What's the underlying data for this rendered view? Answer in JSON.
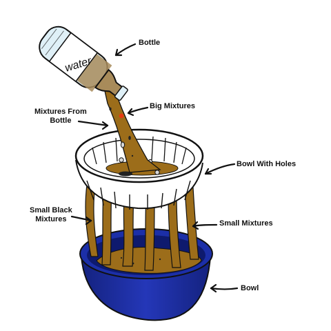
{
  "labels": {
    "bottle": "Bottle",
    "big_mixtures": "Big Mixtures",
    "mixtures_from_bottle_line1": "Mixtures From",
    "mixtures_from_bottle_line2": "Bottle",
    "bowl_with_holes": "Bowl With Holes",
    "small_black_mixtures_line1": "Small Black",
    "small_black_mixtures_line2": "Mixtures",
    "small_mixtures": "Small Mixtures",
    "bowl": "Bowl"
  },
  "bottle_text": "water",
  "colors": {
    "mixture": "#9c6d1a",
    "bottle_fill": "#dff0f7",
    "bowl_blue": "#1c2fa8",
    "bowl_dark": "#0e1a6e",
    "outline": "#111111"
  }
}
